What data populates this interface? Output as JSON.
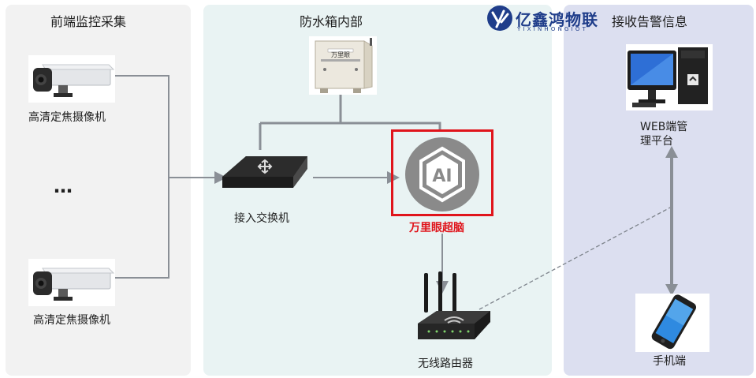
{
  "panels": {
    "left_title": "前端监控采集",
    "middle_title": "防水箱内部",
    "right_title": "接收告警信息"
  },
  "brand": {
    "name_cn": "亿鑫鸿物联",
    "name_en": "YIXINHONGIOT"
  },
  "devices": {
    "camera_top": "高清定焦摄像机",
    "ellipsis": "…",
    "camera_bottom": "高清定焦摄像机",
    "cabinet_text": "万里眼",
    "switch": "接入交换机",
    "ai": "万里眼超脑",
    "ai_badge": "AI",
    "router": "无线路由器",
    "web_line1": "WEB端管",
    "web_line2": "理平台",
    "phone": "手机端"
  },
  "colors": {
    "left_panel": "#f2f2f2",
    "middle_panel": "#e9f3f3",
    "right_panel": "#dcdff0",
    "connector": "#8a8f96",
    "highlight": "#e0141b",
    "brand": "#1f3d8a"
  }
}
